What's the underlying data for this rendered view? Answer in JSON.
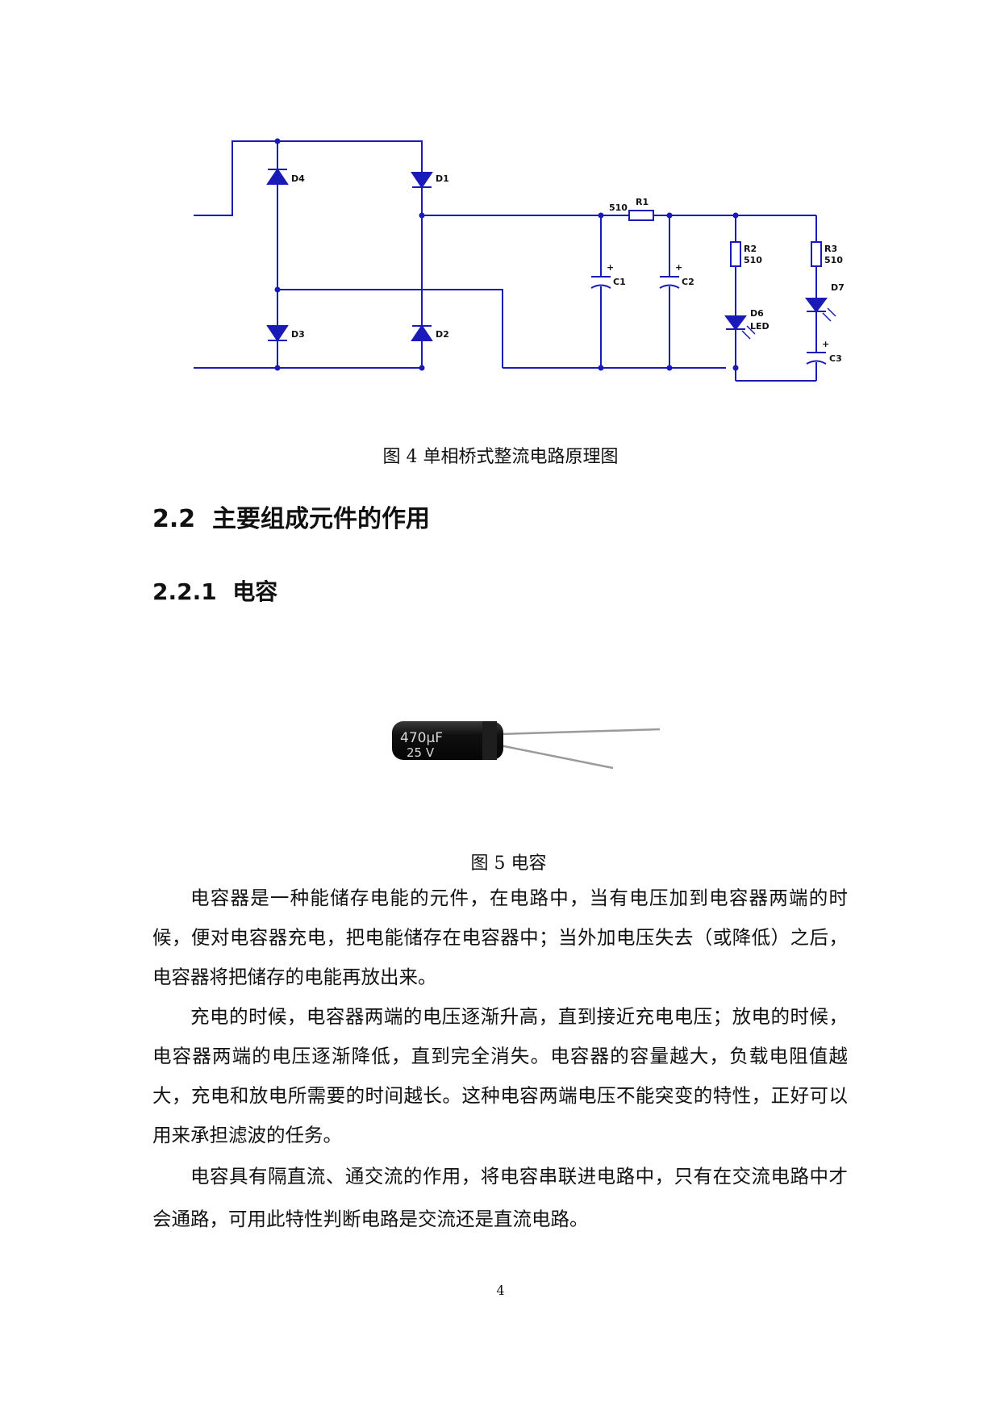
{
  "figure4": {
    "caption": "图 4  单相桥式整流电路原理图",
    "labels": {
      "d4": "D4",
      "d1": "D1",
      "d3": "D3",
      "d2": "D2",
      "r1_value": "510",
      "r1": "R1",
      "c1": "C1",
      "c2": "C2",
      "r2": "R2",
      "r2_value": "510",
      "r3": "R3",
      "r3_value": "510",
      "d6": "D6",
      "d6_type": "LED",
      "d7": "D7",
      "c3": "C3"
    }
  },
  "section": {
    "number": "2.2",
    "title": "主要组成元件的作用"
  },
  "subsection": {
    "number": "2.2.1",
    "title": "电容"
  },
  "figure5": {
    "caption": "图 5  电容",
    "capacitor_marking_line1": "470μF",
    "capacitor_marking_line2": "25 V"
  },
  "paragraphs": [
    "电容器是一种能储存电能的元件，在电路中，当有电压加到电容器两端的时候，便对电容器充电，把电能储存在电容器中；当外加电压失去（或降低）之后，电容器将把储存的电能再放出来。",
    "充电的时候，电容器两端的电压逐渐升高，直到接近充电电压；放电的时候，电容器两端的电压逐渐降低，直到完全消失。电容器的容量越大，负载电阻值越大，充电和放电所需要的时间越长。这种电容两端电压不能突变的特性，正好可以用来承担滤波的任务。",
    "电容具有隔直流、通交流的作用，将电容串联进电路中，只有在交流电路中才会通路，可用此特性判断电路是交流还是直流电路。"
  ],
  "page_number": "4",
  "colors": {
    "wire": "#1a1ab8",
    "text": "#111111"
  }
}
